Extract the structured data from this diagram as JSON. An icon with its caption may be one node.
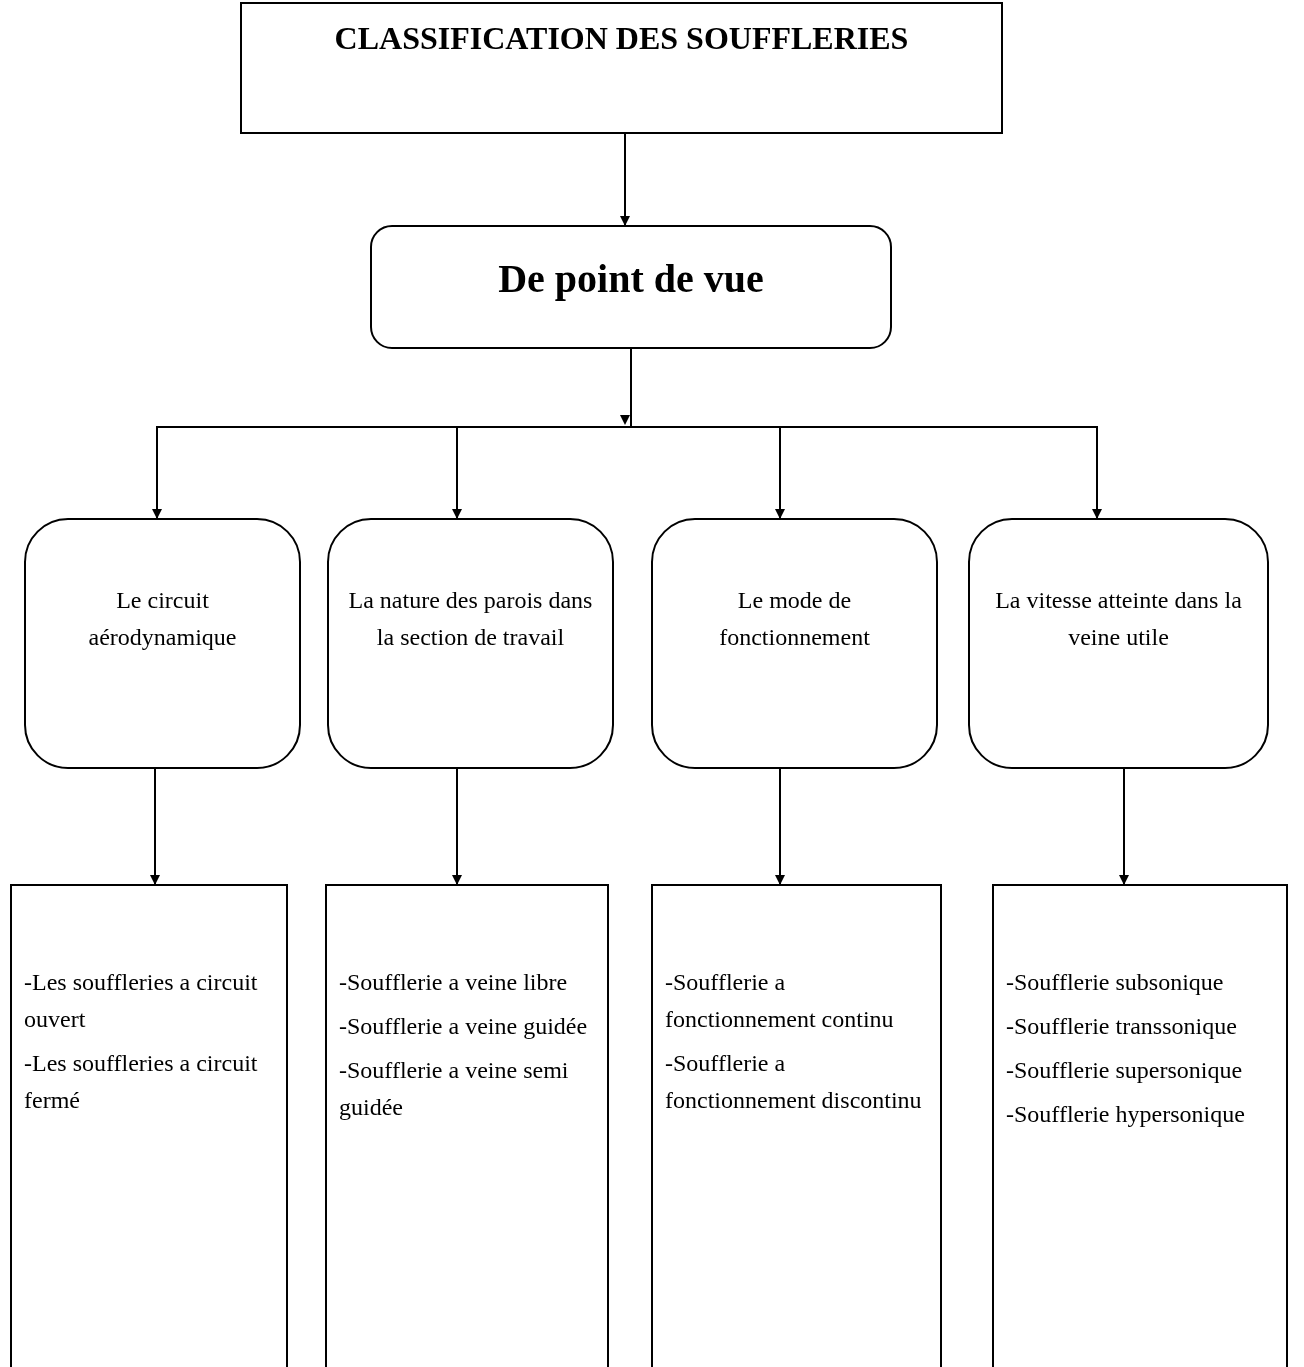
{
  "diagram": {
    "nodes": [
      {
        "text": [
          "CLASSIFICATION DES SOUFFLERIES"
        ]
      },
      {
        "text": [
          "De point de vue"
        ]
      },
      {
        "text": [
          "Le circuit aérodynamique"
        ]
      },
      {
        "text": [
          "La nature des parois dans la section de travail"
        ]
      },
      {
        "text": [
          "Le mode de fonctionnement"
        ]
      },
      {
        "text": [
          "La vitesse atteinte dans la veine utile"
        ]
      },
      {
        "text": [
          "-Les souffleries a circuit ouvert",
          "-Les souffleries a circuit fermé"
        ]
      },
      {
        "text": [
          "-Soufflerie a veine libre",
          "-Soufflerie a veine guidée",
          "-Soufflerie a veine semi guidée"
        ]
      },
      {
        "text": [
          "-Soufflerie a fonctionnement continu",
          "-Soufflerie a fonctionnement discontinu"
        ]
      },
      {
        "text": [
          "-Soufflerie subsonique",
          "-Soufflerie transsonique",
          "-Soufflerie supersonique",
          "-Soufflerie hypersonique"
        ]
      }
    ],
    "edges": [
      {
        "from": 0,
        "to": 1,
        "arrow": "to"
      },
      {
        "from": 1,
        "to": 2,
        "arrow": "to"
      },
      {
        "from": 1,
        "to": 3,
        "arrow": "to"
      },
      {
        "from": 1,
        "to": 4,
        "arrow": "to"
      },
      {
        "from": 1,
        "to": 5,
        "arrow": "to"
      },
      {
        "from": 2,
        "to": 6,
        "arrow": "to"
      },
      {
        "from": 3,
        "to": 7,
        "arrow": "to"
      },
      {
        "from": 4,
        "to": 8,
        "arrow": "to"
      },
      {
        "from": 5,
        "to": 9,
        "arrow": "to"
      }
    ]
  }
}
